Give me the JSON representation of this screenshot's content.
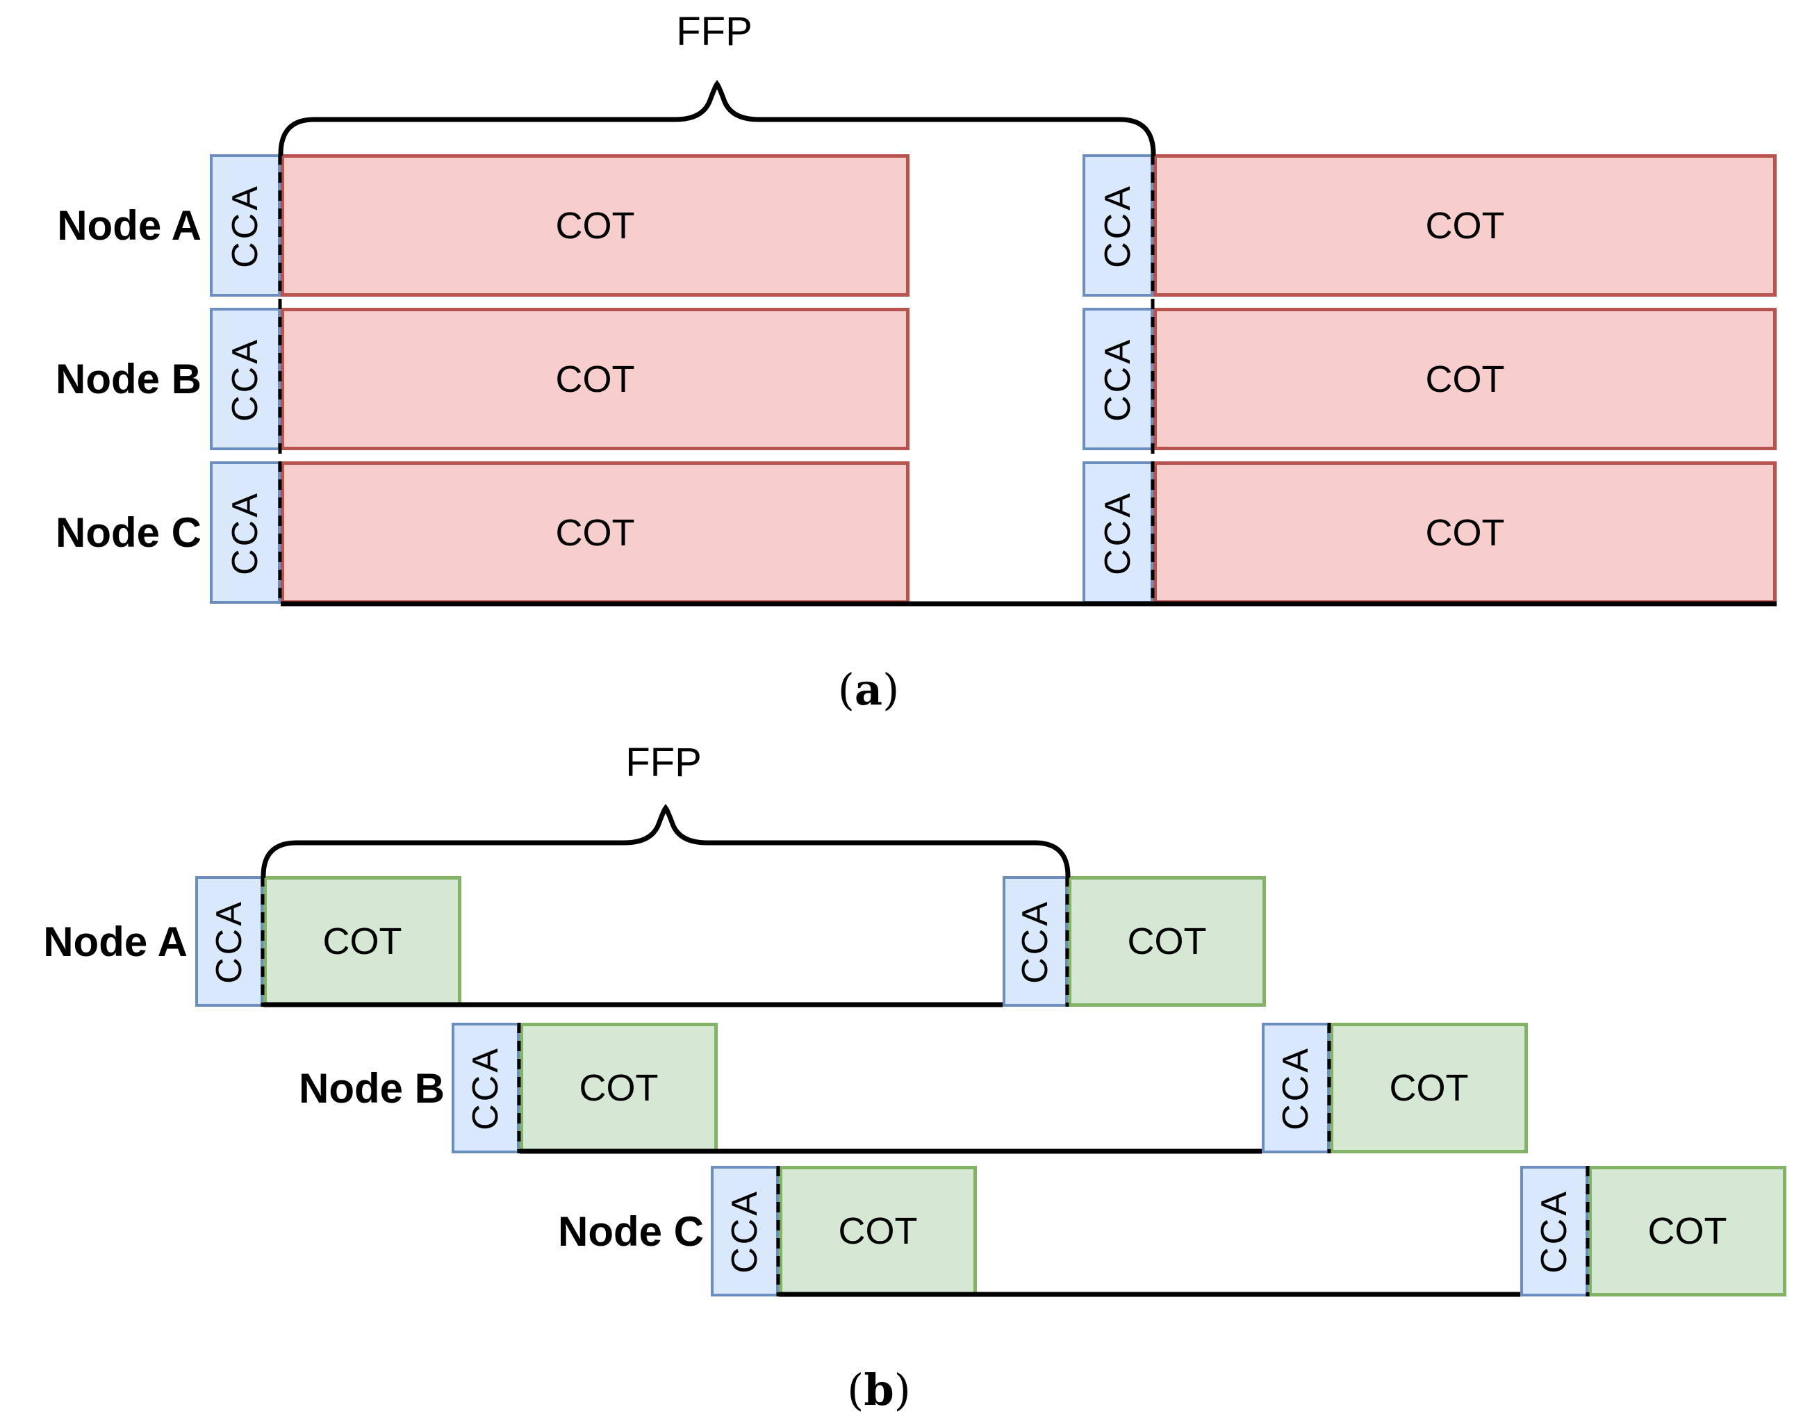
{
  "part_a": {
    "ffp_label": "FFP",
    "caption": {
      "open": "(",
      "letter": "a",
      "close": ")"
    },
    "rows": [
      {
        "label": "Node A",
        "cells": [
          "CCA",
          "COT",
          "CCA",
          "COT"
        ]
      },
      {
        "label": "Node B",
        "cells": [
          "CCA",
          "COT",
          "CCA",
          "COT"
        ]
      },
      {
        "label": "Node C",
        "cells": [
          "CCA",
          "COT",
          "CCA",
          "COT"
        ]
      }
    ],
    "colors": {
      "cot_fill": "#f8cecc",
      "cot_stroke": "#b85450"
    }
  },
  "part_b": {
    "ffp_label": "FFP",
    "caption": {
      "open": "(",
      "letter": "b",
      "close": ")"
    },
    "rows": [
      {
        "label": "Node A",
        "cells": [
          "CCA",
          "COT",
          "CCA",
          "COT"
        ]
      },
      {
        "label": "Node B",
        "cells": [
          "CCA",
          "COT",
          "CCA",
          "COT"
        ]
      },
      {
        "label": "Node C",
        "cells": [
          "CCA",
          "COT",
          "CCA",
          "COT"
        ]
      }
    ],
    "colors": {
      "cot_fill": "#d5e8d4",
      "cot_stroke": "#82b366"
    }
  },
  "shared_colors": {
    "cca_fill": "#dae8fc",
    "cca_stroke": "#6c8ebf",
    "line_color": "#000000"
  }
}
